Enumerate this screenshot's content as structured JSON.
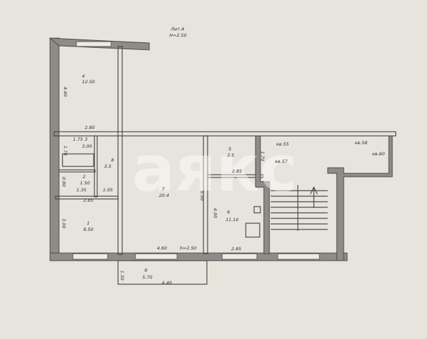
{
  "header": {
    "litera": "Лит.А",
    "height": "H=2.50"
  },
  "watermark": "аякс",
  "rooms": [
    {
      "number": "4",
      "area": "12.50",
      "dims": [
        "4.40",
        "2.80"
      ]
    },
    {
      "number": "3",
      "area": "3.00",
      "dims": [
        "1.75",
        "1.70"
      ]
    },
    {
      "number": "2",
      "area": "1.50",
      "dims": [
        "0.90",
        "1.35"
      ]
    },
    {
      "number": "8",
      "area": "3.5",
      "dims": [
        "1.05"
      ]
    },
    {
      "number": "1",
      "area": "8.50",
      "dims": [
        "2.85",
        "3.00"
      ]
    },
    {
      "number": "7",
      "area": "20.4",
      "dims": [
        "5.50",
        "4.60"
      ],
      "height": "h=2.50"
    },
    {
      "number": "5",
      "area": "3.5",
      "dims": [
        "1.70",
        "2.85"
      ]
    },
    {
      "number": "6",
      "area": "11.10",
      "dims": [
        "4.00",
        "2.85"
      ]
    },
    {
      "number": "9",
      "area": "5.70",
      "dims": [
        "1.30",
        "4.40"
      ]
    }
  ],
  "stairwell": {
    "apartments": [
      "кв.55",
      "кв.57",
      "кв.58",
      "кв.60"
    ]
  }
}
